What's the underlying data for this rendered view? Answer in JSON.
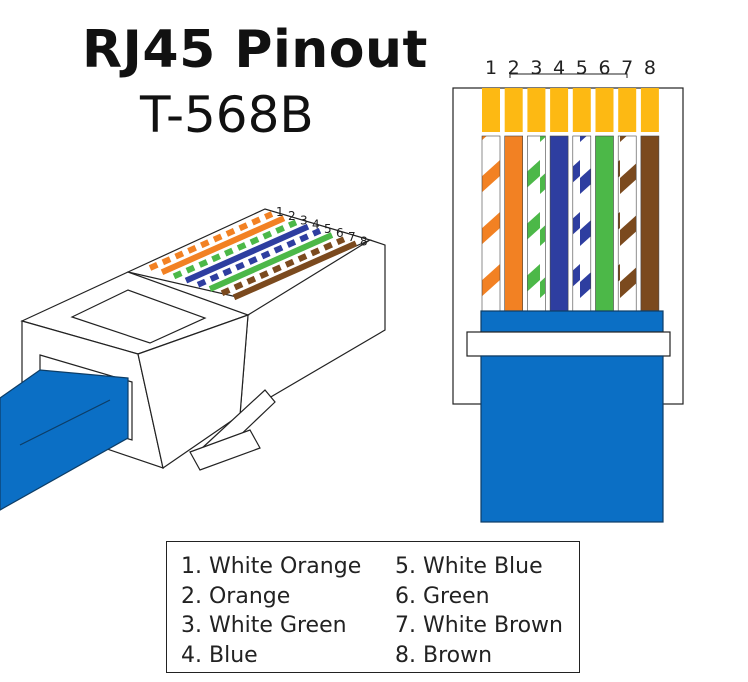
{
  "title": "RJ45 Pinout",
  "subtitle": "T-568B",
  "pins": [
    {
      "n": "1",
      "label": "1. White Orange",
      "color": "#F28123",
      "striped": true
    },
    {
      "n": "2",
      "label": "2. Orange",
      "color": "#F28123",
      "striped": false
    },
    {
      "n": "3",
      "label": "3. White Green",
      "color": "#4CB848",
      "striped": true
    },
    {
      "n": "4",
      "label": "4. Blue",
      "color": "#2E3EA0",
      "striped": false
    },
    {
      "n": "5",
      "label": "5. White Blue",
      "color": "#2E3EA0",
      "striped": true
    },
    {
      "n": "6",
      "label": "6. Green",
      "color": "#4CB848",
      "striped": false
    },
    {
      "n": "7",
      "label": "7. White Brown",
      "color": "#7B4A1E",
      "striped": true
    },
    {
      "n": "8",
      "label": "8. Brown",
      "color": "#7B4A1E",
      "striped": false
    }
  ],
  "colors": {
    "cable": "#0B6FC5",
    "cable_outline": "#0D3D66",
    "contact": "#FDB913"
  }
}
